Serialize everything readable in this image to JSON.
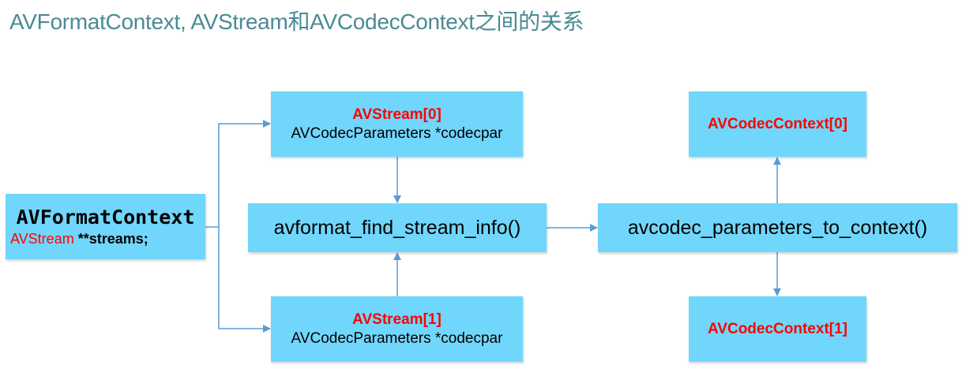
{
  "title": "AVFormatContext, AVStream和AVCodecContext之间的关系",
  "colors": {
    "box_fill": "#70d6fb",
    "highlight": "#ff0000",
    "connector": "#5b9bd5",
    "title": "#4a8a94"
  },
  "nodes": {
    "format_context": {
      "name": "AVFormatContext",
      "field_type": "AVStream",
      "field_rest": " **streams;"
    },
    "stream0": {
      "name": "AVStream[0]",
      "field": "AVCodecParameters *codecpar"
    },
    "stream1": {
      "name": "AVStream[1]",
      "field": "AVCodecParameters *codecpar"
    },
    "find_stream_info": {
      "label": "avformat_find_stream_info()"
    },
    "params_to_context": {
      "label": "avcodec_parameters_to_context()"
    },
    "codec_context0": {
      "name": "AVCodecContext[0]"
    },
    "codec_context1": {
      "name": "AVCodecContext[1]"
    }
  },
  "edges": [
    {
      "from": "format_context",
      "to": "stream0"
    },
    {
      "from": "format_context",
      "to": "stream1"
    },
    {
      "from": "stream0",
      "to": "find_stream_info"
    },
    {
      "from": "stream1",
      "to": "find_stream_info"
    },
    {
      "from": "find_stream_info",
      "to": "params_to_context"
    },
    {
      "from": "params_to_context",
      "to": "codec_context0"
    },
    {
      "from": "params_to_context",
      "to": "codec_context1"
    }
  ]
}
